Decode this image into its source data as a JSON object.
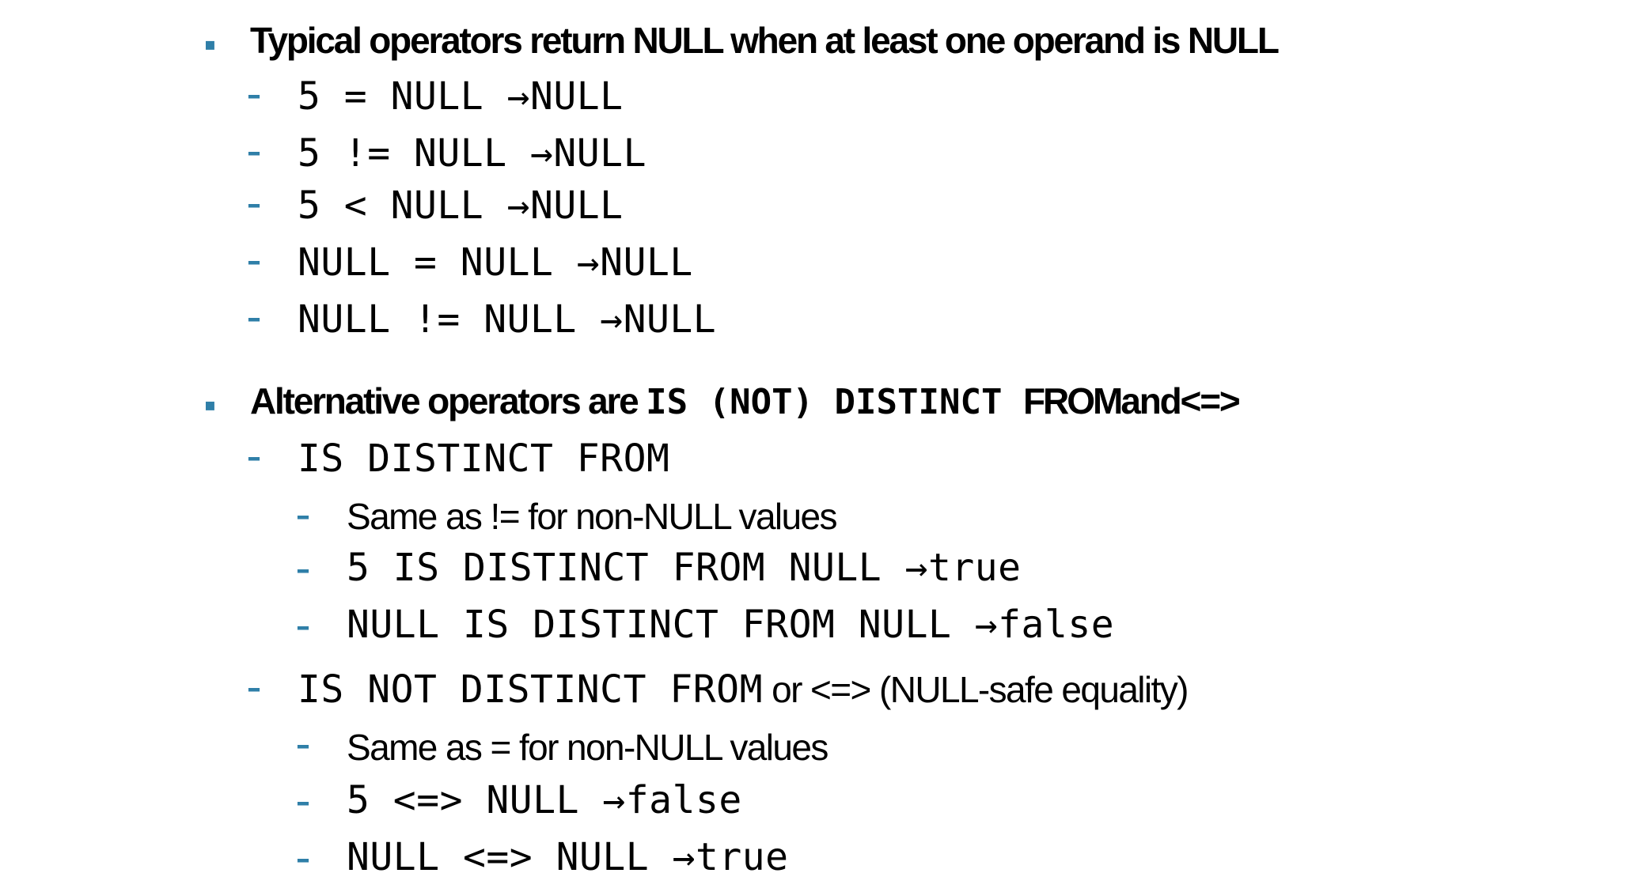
{
  "section1": {
    "heading": "Typical operators return NULL when at least one operand is NULL",
    "items": [
      "5 = NULL →NULL",
      "5 != NULL →NULL",
      "5 < NULL →NULL",
      "NULL = NULL →NULL",
      "NULL != NULL →NULL"
    ]
  },
  "section2": {
    "heading_prefix": "Alternative operators are ",
    "heading_code1": "IS (NOT) DISTINCT ",
    "heading_from": "FROM",
    "heading_suffix": "and<=>",
    "distinct": {
      "label": "IS DISTINCT FROM",
      "items": [
        {
          "type": "sans",
          "text": "Same as != for non-NULL values"
        },
        {
          "type": "mono",
          "text": "5 IS DISTINCT FROM NULL →true"
        },
        {
          "type": "mono",
          "text": "NULL IS DISTINCT FROM NULL →false"
        }
      ]
    },
    "not_distinct": {
      "label_code": "IS NOT DISTINCT FROM",
      "label_text": " or <=> (NULL-safe equality)",
      "items": [
        {
          "type": "sans",
          "text": "Same as = for non-NULL values"
        },
        {
          "type": "mono",
          "text": "5 <=> NULL →false"
        },
        {
          "type": "mono",
          "text": "NULL <=> NULL →true"
        }
      ]
    }
  },
  "colors": {
    "bullet": "#2f7fa8",
    "text": "#000000",
    "background": "#ffffff"
  }
}
